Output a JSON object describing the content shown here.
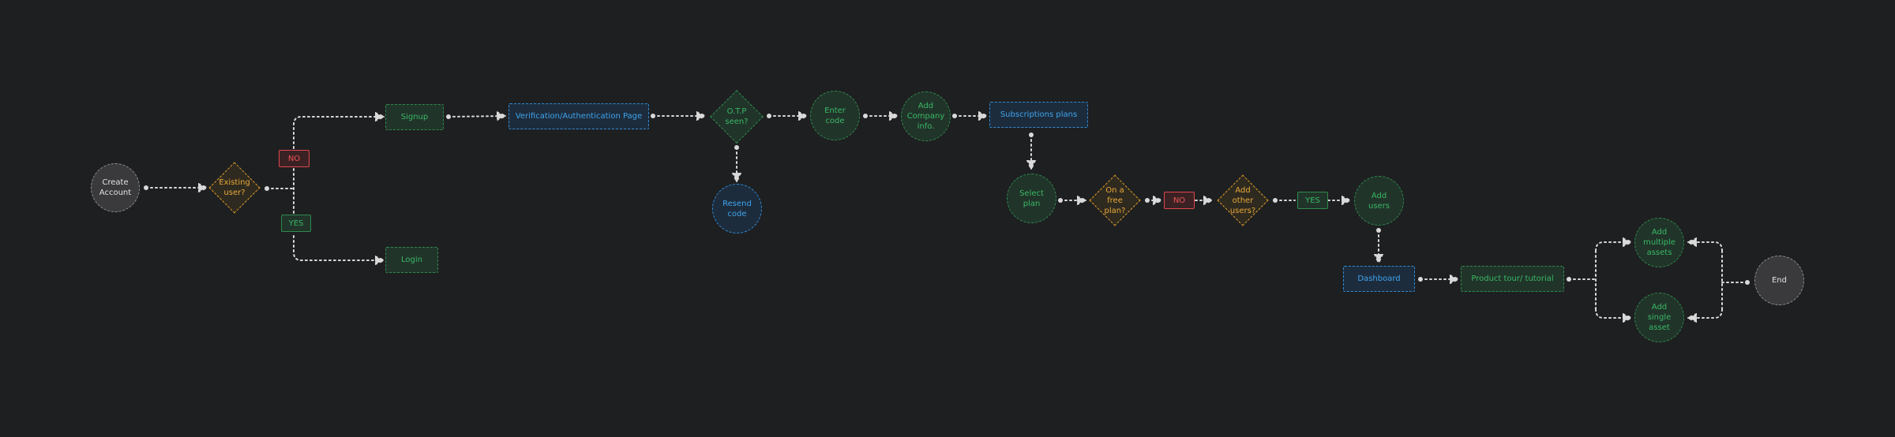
{
  "nodes": {
    "create_account": "Create\nAccount",
    "existing_user": "Existing\nuser?",
    "no_1": "NO",
    "yes_1": "YES",
    "signup": "Signup",
    "login": "Login",
    "verification": "Verification/Authentication Page",
    "otp_seen": "O.T.P\nseen?",
    "resend_code": "Resend\ncode",
    "enter_code": "Enter\ncode",
    "add_company_info": "Add\nCompany\ninfo.",
    "subscription_plans": "Subscriptions plans",
    "select_plan": "Select\nplan",
    "free_plan": "On a\nfree\nplan?",
    "no_2": "NO",
    "add_other_users": "Add\nother\nusers?",
    "yes_2": "YES",
    "add_users": "Add\nusers",
    "dashboard": "Dashboard",
    "product_tour": "Product tour/ tutorial",
    "add_multiple_assets": "Add\nmultiple\nassets",
    "add_single_asset": "Add\nsingle\nasset",
    "end": "End"
  },
  "colors": {
    "background": "#1e1f21",
    "green": "#39b865",
    "blue": "#3fa4ee",
    "orange": "#e8a83a",
    "red": "#ee5358",
    "grey": "#e3e3e3",
    "connector": "#d9d9d9"
  }
}
